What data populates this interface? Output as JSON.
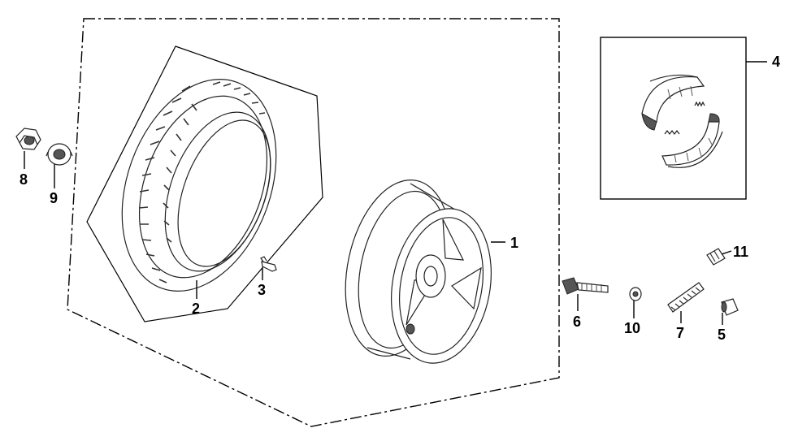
{
  "callouts": {
    "rim": "1",
    "tire": "2",
    "valve": "3",
    "brake_shoe": "4",
    "part_5": "5",
    "bolt": "6",
    "spring": "7",
    "nut": "8",
    "washer_9": "9",
    "washer_10": "10",
    "part_11": "11"
  }
}
